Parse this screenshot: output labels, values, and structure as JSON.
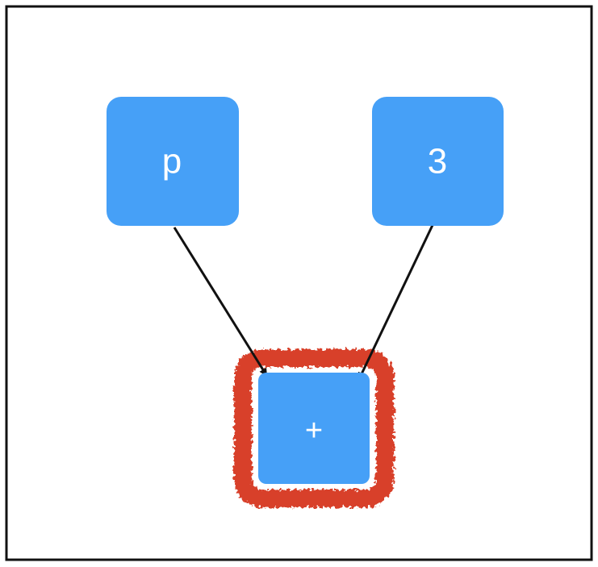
{
  "diagram": {
    "colors": {
      "frame": "#111111",
      "background": "#ffffff",
      "node_fill": "#46a0f7",
      "node_text": "#ffffff",
      "edge": "#111111",
      "highlight": "#d8412c"
    },
    "nodes": [
      {
        "id": "p",
        "label": "p"
      },
      {
        "id": "three",
        "label": "3"
      },
      {
        "id": "plus",
        "label": "+",
        "highlighted": true
      }
    ],
    "edges": [
      {
        "from": "p",
        "to": "plus"
      },
      {
        "from": "three",
        "to": "plus"
      }
    ]
  }
}
